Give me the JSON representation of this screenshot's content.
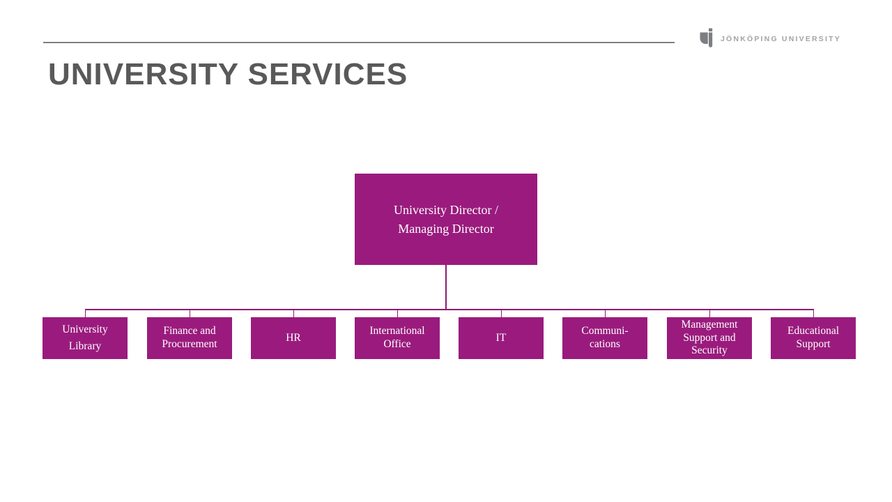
{
  "slide": {
    "title": "UNIVERSITY SERVICES"
  },
  "header": {
    "logo_text": "JÖNKÖPING UNIVERSITY",
    "logo_icon": "ju-monogram-icon"
  },
  "colors": {
    "box_purple": "#9A1B7D",
    "connector_purple": "#8E1A72",
    "title_gray": "#595959",
    "rule_gray": "#7F7F7F",
    "logo_gray": "#A3A3A3",
    "box_text": "#FFFFFF"
  },
  "orgchart": {
    "root": {
      "label": "University Director /\nManaging Director"
    },
    "children": [
      {
        "label": "University\nLibrary"
      },
      {
        "label": "Finance and\nProcurement"
      },
      {
        "label": "HR"
      },
      {
        "label": "International\nOffice"
      },
      {
        "label": "IT"
      },
      {
        "label": "Communi-\ncations"
      },
      {
        "label": "Management\nSupport and\nSecurity"
      },
      {
        "label": "Educational\nSupport"
      }
    ]
  }
}
